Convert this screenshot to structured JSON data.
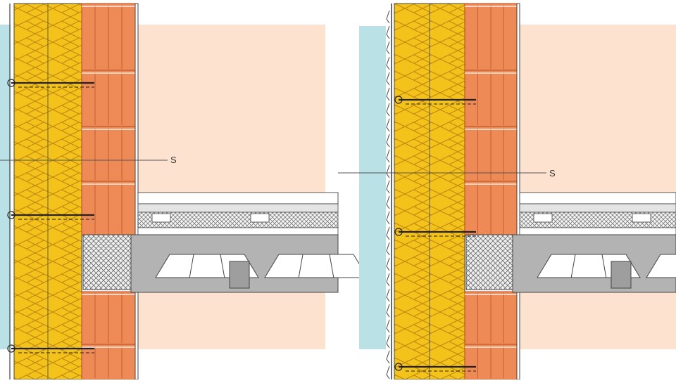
{
  "colors": {
    "background": "#ffffff",
    "room_interior": "#fde3cf",
    "facade_cladding": "#b9e1e6",
    "insulation_fill": "#f3c21b",
    "insulation_line": "#c08a10",
    "brick_fill": "#ee8a56",
    "brick_line": "#b14d20",
    "floor_beam": "#b3b3b3",
    "screed": "#e4e4e4",
    "outline": "#444444",
    "anchor": "#222222"
  },
  "icons": [
    "wall-anchor-icon",
    "cladding-bracket-icon"
  ],
  "details": [
    {
      "id": "left",
      "section_label": "S"
    },
    {
      "id": "right",
      "section_label": "S"
    }
  ]
}
